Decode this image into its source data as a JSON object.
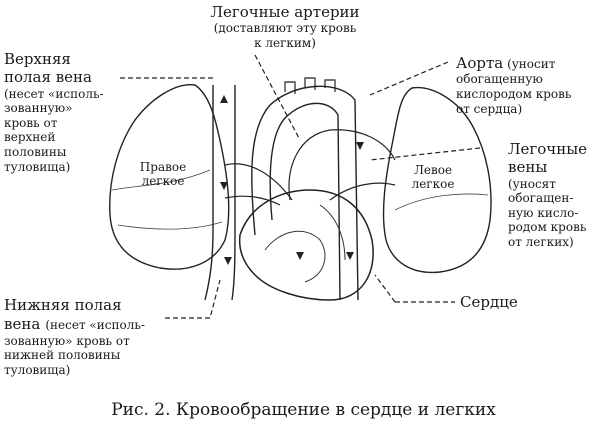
{
  "labels": {
    "pulmonary_arteries": {
      "title": "Легочные артерии",
      "desc": [
        "(доставляют эту кровь",
        "к легким)"
      ]
    },
    "superior_vena_cava": {
      "title": [
        "Верхняя",
        "полая вена"
      ],
      "desc": [
        "(несет «исполь-",
        "зованную»",
        "кровь от",
        "верхней",
        "половины",
        "туловища)"
      ]
    },
    "aorta": {
      "title": "Аорта",
      "desc": [
        "(уносит",
        "обогащенную",
        "кислородом кровь",
        "от сердца)"
      ]
    },
    "pulmonary_veins": {
      "title": [
        "Легочные",
        "вены"
      ],
      "desc": [
        "(уносят",
        "обогащен-",
        "ную кисло-",
        "родом кровь",
        "от легких)"
      ]
    },
    "right_lung": [
      "Правое",
      "легкое"
    ],
    "left_lung": [
      "Левое",
      "легкое"
    ],
    "heart": "Сердце",
    "inferior_vena_cava": {
      "title": [
        "Нижняя полая",
        "вена"
      ],
      "desc": [
        "(несет «исполь-",
        "зованную» кровь от",
        "нижней половины",
        "туловища)"
      ]
    }
  },
  "caption": "Рис. 2. Кровообращение в сердце и легких"
}
